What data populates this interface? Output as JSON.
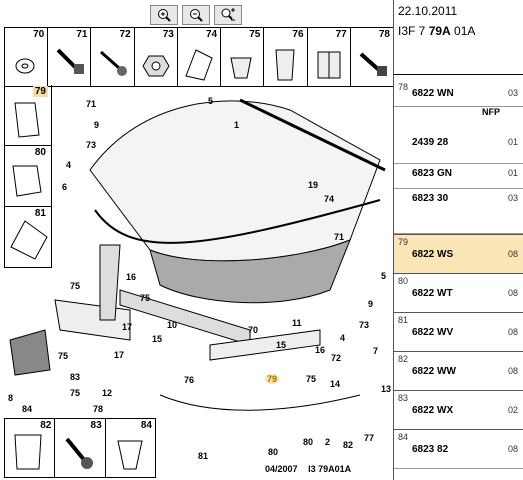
{
  "toolbar": {
    "zoom_in": "zoom-in",
    "zoom_out": "zoom-out",
    "fit": "zoom-fit"
  },
  "top_parts": [
    "70",
    "71",
    "72",
    "73",
    "74",
    "75",
    "76",
    "77",
    "78"
  ],
  "left_parts": [
    "79",
    "80",
    "81"
  ],
  "bottom_parts": [
    "82",
    "83",
    "84"
  ],
  "callouts": [
    {
      "t": "71"
    },
    {
      "t": "5"
    },
    {
      "t": "9"
    },
    {
      "t": "73"
    },
    {
      "t": "4"
    },
    {
      "t": "1"
    },
    {
      "t": "6"
    },
    {
      "t": "19"
    },
    {
      "t": "74"
    },
    {
      "t": "71"
    },
    {
      "t": "16"
    },
    {
      "t": "75"
    },
    {
      "t": "75"
    },
    {
      "t": "5"
    },
    {
      "t": "10"
    },
    {
      "t": "9"
    },
    {
      "t": "73"
    },
    {
      "t": "17"
    },
    {
      "t": "11"
    },
    {
      "t": "70"
    },
    {
      "t": "15"
    },
    {
      "t": "4"
    },
    {
      "t": "75"
    },
    {
      "t": "83"
    },
    {
      "t": "8"
    },
    {
      "t": "84"
    },
    {
      "t": "12"
    },
    {
      "t": "76"
    },
    {
      "t": "16"
    },
    {
      "t": "72"
    },
    {
      "t": "7"
    },
    {
      "t": "75"
    },
    {
      "t": "79"
    },
    {
      "t": "14"
    },
    {
      "t": "78"
    },
    {
      "t": "13"
    },
    {
      "t": "81"
    },
    {
      "t": "80"
    },
    {
      "t": "80"
    },
    {
      "t": "2"
    },
    {
      "t": "82"
    },
    {
      "t": "77"
    },
    {
      "t": "75"
    },
    {
      "t": "17"
    },
    {
      "t": "15"
    }
  ],
  "stamp": {
    "date": "04/2007",
    "ref": "I3 79A01A"
  },
  "panel": {
    "date": "22.10.2011",
    "code_prefix": "I3F 7 ",
    "code_bold": "79A",
    "code_suffix": " 01A"
  },
  "rows": [
    {
      "idx": "78",
      "ref": "6822 WN",
      "nfp": "NFP",
      "qty": "03"
    },
    {
      "idx": "",
      "ref": "2439 28",
      "nfp": "",
      "qty": "01"
    },
    {
      "idx": "",
      "ref": "6823 GN",
      "nfp": "",
      "qty": "01"
    },
    {
      "idx": "",
      "ref": "6823 30",
      "nfp": "",
      "qty": "03"
    },
    {
      "idx": "79",
      "ref": "6822 WS",
      "nfp": "",
      "qty": "08"
    },
    {
      "idx": "80",
      "ref": "6822 WT",
      "nfp": "",
      "qty": "08"
    },
    {
      "idx": "81",
      "ref": "6822 WV",
      "nfp": "",
      "qty": "08"
    },
    {
      "idx": "82",
      "ref": "6822 WW",
      "nfp": "",
      "qty": "08"
    },
    {
      "idx": "83",
      "ref": "6822 WX",
      "nfp": "",
      "qty": "02"
    },
    {
      "idx": "84",
      "ref": "6823 82",
      "nfp": "",
      "qty": "08"
    }
  ],
  "colors": {
    "highlight": "#fbe6b8",
    "callout_hi": "#b07000"
  }
}
